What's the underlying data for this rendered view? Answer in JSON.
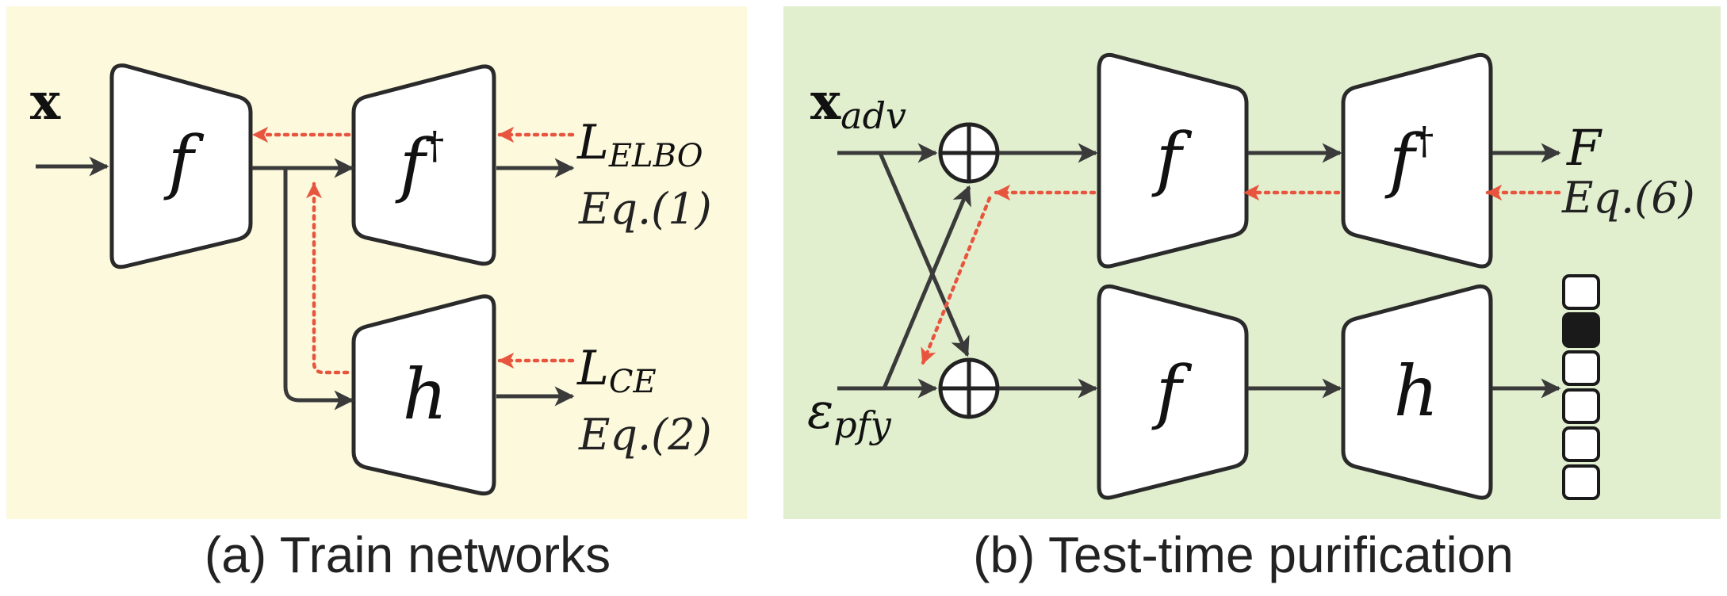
{
  "panels": {
    "a": {
      "caption": "(a) Train networks",
      "input_label": "x",
      "modules": {
        "encoder": "f",
        "decoder": "f",
        "decoder_mark": "†",
        "classifier": "h"
      },
      "loss_elbo": {
        "script": "L",
        "sub": "ELBO",
        "eq": "Eq.(1)"
      },
      "loss_ce": {
        "script": "L",
        "sub": "CE",
        "eq": "Eq.(2)"
      }
    },
    "b": {
      "caption": "(b) Test-time purification",
      "input_x": {
        "base": "x",
        "sub": "adv"
      },
      "input_eps": {
        "base": "ε",
        "sub": "pfy"
      },
      "modules": {
        "encoder_top": "f",
        "decoder_top": "f",
        "decoder_mark": "†",
        "encoder_bottom": "f",
        "classifier": "h"
      },
      "objective": {
        "symbol": "F",
        "eq": "Eq.(6)"
      },
      "adder_symbol": "⊕"
    }
  },
  "colors": {
    "panel_a_bg": "#FCF9DD",
    "panel_b_bg": "#E1EFCF",
    "arrow": "#3A3A3A",
    "grad_arrow": "#E8553E",
    "module_fill": "#FFFFFF",
    "module_stroke": "#2A2A2A",
    "output_active": "#1A1A1A"
  },
  "output_vector": {
    "cells": 6,
    "active_index": 1
  }
}
